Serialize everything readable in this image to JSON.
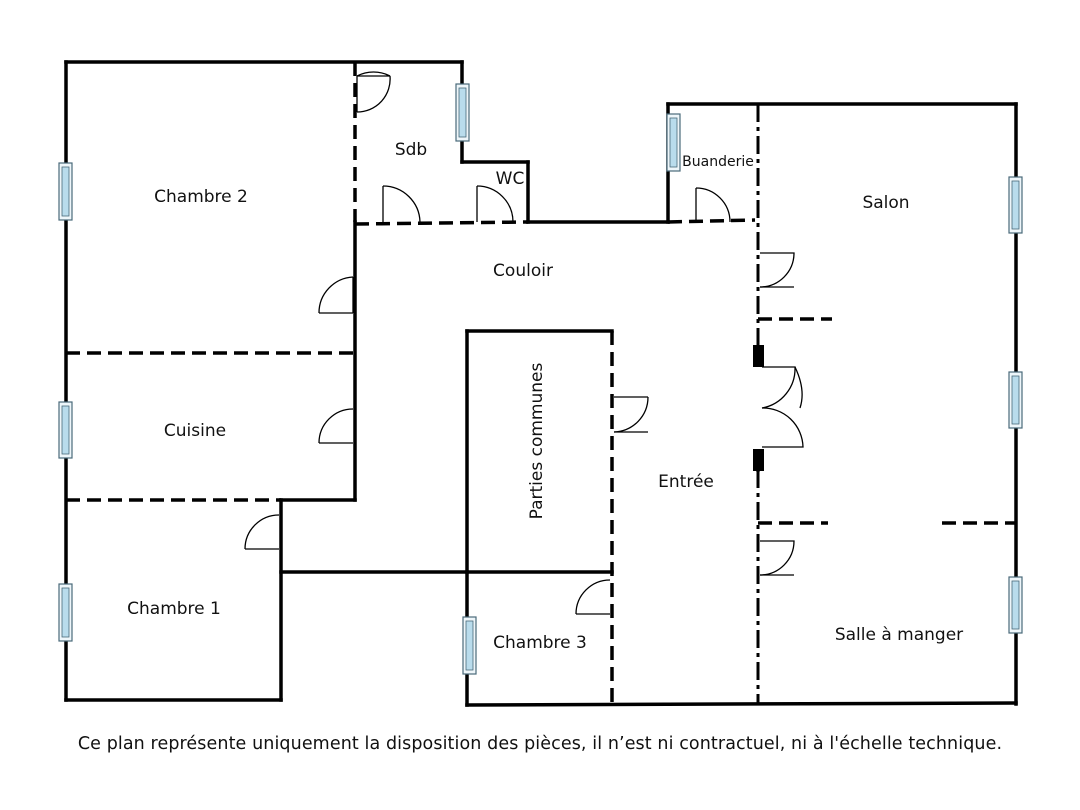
{
  "rooms": {
    "chambre2": "Chambre 2",
    "sdb": "Sdb",
    "wc": "WC",
    "buanderie": "Buanderie",
    "salon": "Salon",
    "couloir": "Couloir",
    "cuisine": "Cuisine",
    "parties_communes": "Parties communes",
    "entree": "Entrée",
    "chambre1": "Chambre 1",
    "chambre3": "Chambre 3",
    "salle_a_manger": "Salle à manger"
  },
  "caption": "Ce plan représente uniquement la disposition des pièces, il n’est ni contractuel, ni à l'échelle technique."
}
